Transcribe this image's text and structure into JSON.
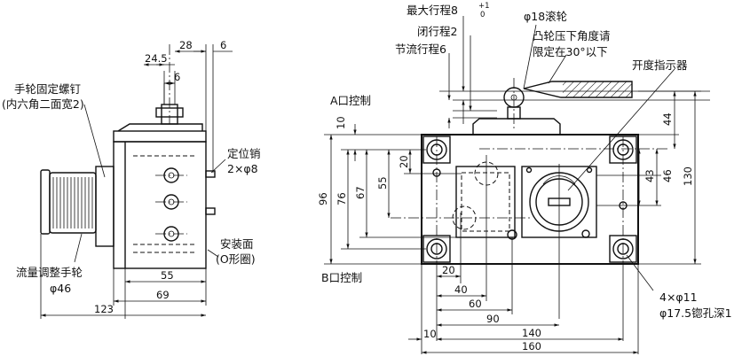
{
  "labels": {
    "handwheel_screw_1": "手轮固定螺钉",
    "handwheel_screw_2": "(内六角二面宽2)",
    "locating_pin_1": "定位销",
    "locating_pin_2": "2×φ8",
    "mounting_face_1": "安装面",
    "mounting_face_2": "(O形圈)",
    "flow_wheel_1": "流量调整手轮",
    "flow_wheel_2": "φ46",
    "port_a": "A口控制",
    "port_b": "B口控制",
    "max_stroke": "最大行程8",
    "max_stroke_tol_up": "+1",
    "max_stroke_tol_low": "0",
    "close_stroke": "闭行程2",
    "throttle_stroke": "节流行程6",
    "roller": "φ18滚轮",
    "cam_1": "凸轮压下角度请",
    "cam_2": "限定在30°以下",
    "indicator": "开度指示器",
    "holes_1": "4×φ11",
    "holes_2": "φ17.5锪孔深1"
  },
  "dims": {
    "side_28": "28",
    "side_6_top": "6",
    "side_24_5": "24.5",
    "side_6_small": "6",
    "side_55": "55",
    "side_69": "69",
    "side_123": "123",
    "front_10_left": "10",
    "front_96": "96",
    "front_76": "76",
    "front_67": "67",
    "front_55": "55",
    "front_20_v": "20",
    "front_20_h": "20",
    "front_40": "40",
    "front_60": "60",
    "front_90": "90",
    "front_10_bottom": "10",
    "front_140": "140",
    "front_160": "160",
    "front_44": "44",
    "front_43": "43",
    "front_46": "46",
    "front_130": "130"
  }
}
